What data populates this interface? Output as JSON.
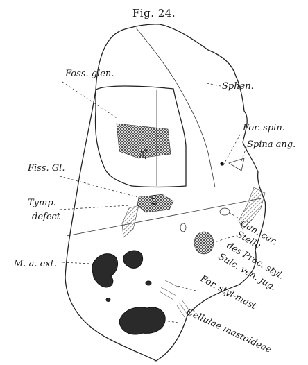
{
  "figure": {
    "title": "Fig. 24.",
    "numbers": [
      "25",
      "69"
    ]
  },
  "labels": {
    "foss_glen": "Foss. glen.",
    "sphen": "Sphen.",
    "for_spin": "For. spin.",
    "spina_ang": "Spina ang.",
    "fiss_gl": "Fiss. Gl.",
    "tymp": "Tymp.",
    "defect": "defect",
    "can_car_1": "Can. car.",
    "stelle_1": "Stelle",
    "stelle_2": "des Proc. styl.",
    "sulc_ven_jug": "Sulc. ven. jug.",
    "m_a_ext": "M. a. ext.",
    "for_styl_mast": "For. styl-mast",
    "cellulae_mastoideae": "Cellulae mastoideae"
  },
  "colors": {
    "ink": "#1a1a1a",
    "paper": "#ffffff"
  }
}
